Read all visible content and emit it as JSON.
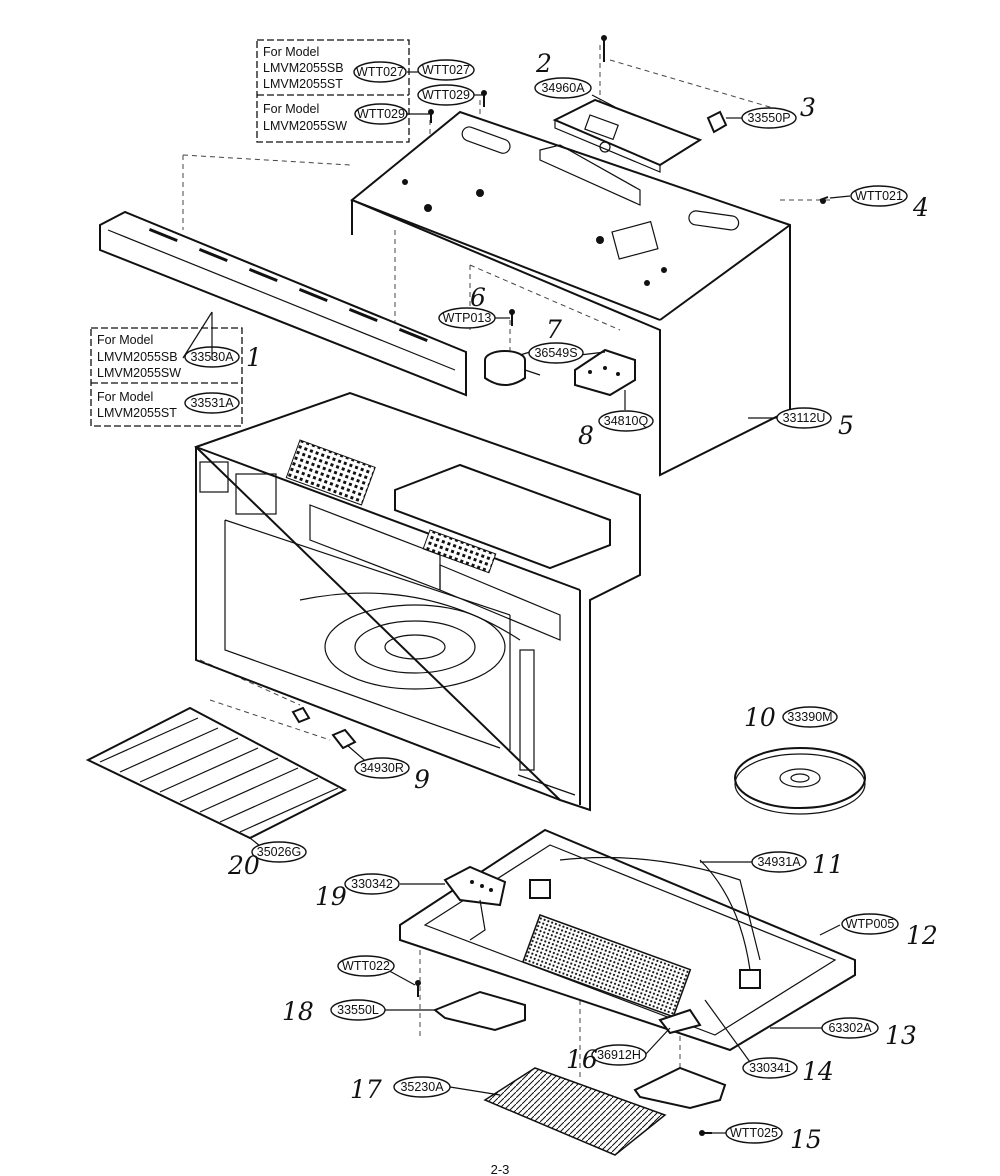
{
  "model_boxes": {
    "top": {
      "sb_st": {
        "label": "For Model",
        "models": [
          "LMVM2055SB",
          "LMVM2055ST"
        ],
        "parts": [
          "WTT027"
        ]
      },
      "sw": {
        "label": "For Model",
        "models": [
          "LMVM2055SW"
        ],
        "parts": [
          "WTT029"
        ]
      }
    },
    "left": {
      "sb_sw": {
        "label": "For Model",
        "models": [
          "LMVM2055SB",
          "LMVM2055SW"
        ],
        "parts": [
          "33530A"
        ]
      },
      "st": {
        "label": "For Model",
        "models": [
          "LMVM2055ST"
        ],
        "parts": [
          "33531A"
        ]
      }
    }
  },
  "callouts": {
    "wtt027": "WTT027",
    "wtt029": "WTT029",
    "p34960a": "34960A",
    "p33550p": "33550P",
    "wtt021": "WTT021",
    "wtp013": "WTP013",
    "p36549s": "36549S",
    "p34810q": "34810Q",
    "p33112u": "33112U",
    "p33390m": "33390M",
    "p34930r": "34930R",
    "p35026g": "35026G",
    "p330342": "330342",
    "p34931a": "34931A",
    "wtp005": "WTP005",
    "wtt022": "WTT022",
    "p33550l": "33550L",
    "p63302a": "63302A",
    "p36912h": "36912H",
    "p330341": "330341",
    "p35230a": "35230A",
    "wtt025": "WTT025"
  },
  "index_numbers": {
    "n1": "1",
    "n2": "2",
    "n3": "3",
    "n4": "4",
    "n5": "5",
    "n6": "6",
    "n7": "7",
    "n8": "8",
    "n9": "9",
    "n10": "10",
    "n11": "11",
    "n12": "12",
    "n13": "13",
    "n14": "14",
    "n15": "15",
    "n16": "16",
    "n17": "17",
    "n18": "18",
    "n19": "19",
    "n20": "20"
  },
  "page_number": "2-3"
}
